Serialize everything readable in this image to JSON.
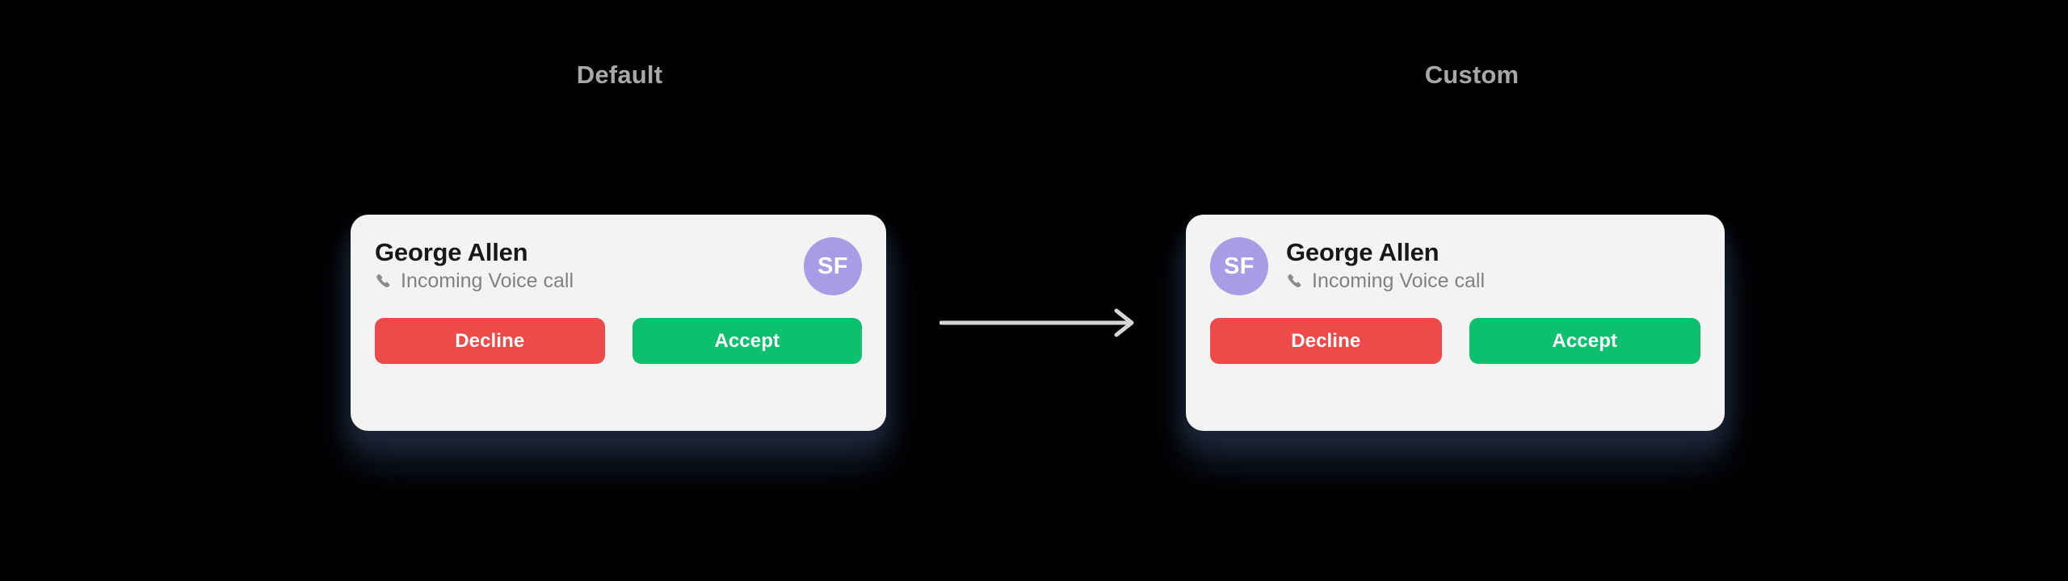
{
  "page": {
    "background_color": "#000000"
  },
  "columns": [
    {
      "id": "default",
      "title": "Default"
    },
    {
      "id": "custom",
      "title": "Custom"
    }
  ],
  "flow": {
    "arrow_icon": "arrow-right-icon",
    "arrow_color": "#d6d6d6"
  },
  "notification": {
    "caller_name": "George Allen",
    "call_status": "Incoming Voice call",
    "status_icon": "phone-icon",
    "avatar": {
      "initials": "SF",
      "background_color": "#a79ce6",
      "text_color": "#ffffff"
    },
    "buttons": {
      "decline_label": "Decline",
      "decline_color": "#ef4a4a",
      "accept_label": "Accept",
      "accept_color": "#0dc06e"
    },
    "card_background": "#f3f3f3"
  },
  "variants": {
    "default": {
      "avatar_position": "right",
      "title": "Default"
    },
    "custom": {
      "avatar_position": "left",
      "title": "Custom"
    }
  }
}
